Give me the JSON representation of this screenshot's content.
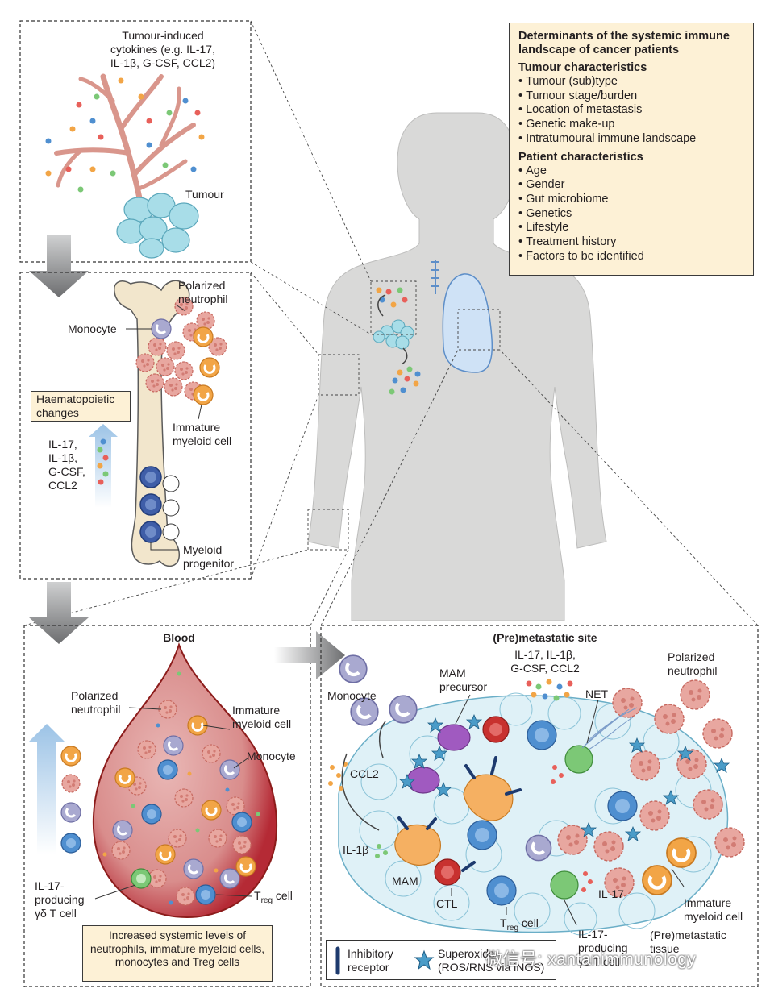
{
  "determinants": {
    "title": "Determinants of the systemic immune landscape of cancer patients",
    "tumour_heading": "Tumour characteristics",
    "tumour_items": [
      "Tumour (sub)type",
      "Tumour stage/burden",
      "Location of metastasis",
      "Genetic make-up",
      "Intratumoural immune landscape"
    ],
    "patient_heading": "Patient characteristics",
    "patient_items": [
      "Age",
      "Gender",
      "Gut microbiome",
      "Genetics",
      "Lifestyle",
      "Treatment history",
      "Factors to be identified"
    ]
  },
  "tumour_panel": {
    "cytokines_line1": "Tumour-induced",
    "cytokines_line2": "cytokines (e.g. IL-17,",
    "cytokines_line3": "IL-1β, G-CSF, CCL2)",
    "tumour_label": "Tumour"
  },
  "bone_panel": {
    "polarized_line1": "Polarized",
    "polarized_line2": "neutrophil",
    "monocyte": "Monocyte",
    "immature_line1": "Immature",
    "immature_line2": "myeloid cell",
    "progenitor_line1": "Myeloid",
    "progenitor_line2": "progenitor",
    "haematopoietic": "Haematopoietic changes",
    "cytokine_list": [
      "IL-17,",
      "IL-1β,",
      "G-CSF,",
      "CCL2"
    ]
  },
  "blood_panel": {
    "title": "Blood",
    "polarized_line1": "Polarized",
    "polarized_line2": "neutrophil",
    "immature_line1": "Immature",
    "immature_line2": "myeloid cell",
    "monocyte": "Monocyte",
    "il17_line1": "IL-17-",
    "il17_line2": "producing",
    "il17_line3": "γδ T cell",
    "treg_T": "T",
    "treg_sub": "reg",
    "treg_cell": " cell",
    "summary": "Increased systemic levels of neutrophils, immature myeloid cells, monocytes and Treg cells"
  },
  "metastatic_panel": {
    "title": "(Pre)metastatic site",
    "cyto_line1": "IL-17, IL-1β,",
    "cyto_line2": "G-CSF, CCL2",
    "polarized_line1": "Polarized",
    "polarized_line2": "neutrophil",
    "mam_precursor_line1": "MAM",
    "mam_precursor_line2": "precursor",
    "monocyte": "Monocyte",
    "net": "NET",
    "ccl2": "CCL2",
    "il1b": "IL-1β",
    "mam": "MAM",
    "ctl": "CTL",
    "treg_T": "T",
    "treg_sub": "reg",
    "treg_cell": " cell",
    "il17": "IL-17",
    "il17prod_line1": "IL-17-",
    "il17prod_line2": "producing",
    "il17prod_line3": "γδ T cell",
    "tissue_line1": "(Pre)metastatic",
    "tissue_line2": "tissue",
    "immature_line1": "Immature",
    "immature_line2": "myeloid cell"
  },
  "legend": {
    "inhibitory_line1": "Inhibitory",
    "inhibitory_line2": "receptor",
    "superoxide_line1": "Superoxide",
    "superoxide_line2": "(ROS/RNS via iNOS)"
  },
  "watermark": "微信号: xantanimmunology",
  "colors": {
    "info_bg": "#fdf1d6",
    "body": "#d9d9d8",
    "tumour": "#a8dde8",
    "vessel": "#d9968c",
    "blood": "#b52a35",
    "monocyte": "#a9a9d0",
    "neutrophil": "#e8a7a0",
    "immature": "#f2a546",
    "progenitor": "#3f5ea8",
    "treg": "#4f8fd0",
    "gdt": "#7cc876",
    "ctl": "#c8312f",
    "mam": "#f5b062",
    "mam_precursor": "#a05ac0",
    "inhibitory": "#1d3a6e",
    "superoxide": "#4a9cc8"
  }
}
